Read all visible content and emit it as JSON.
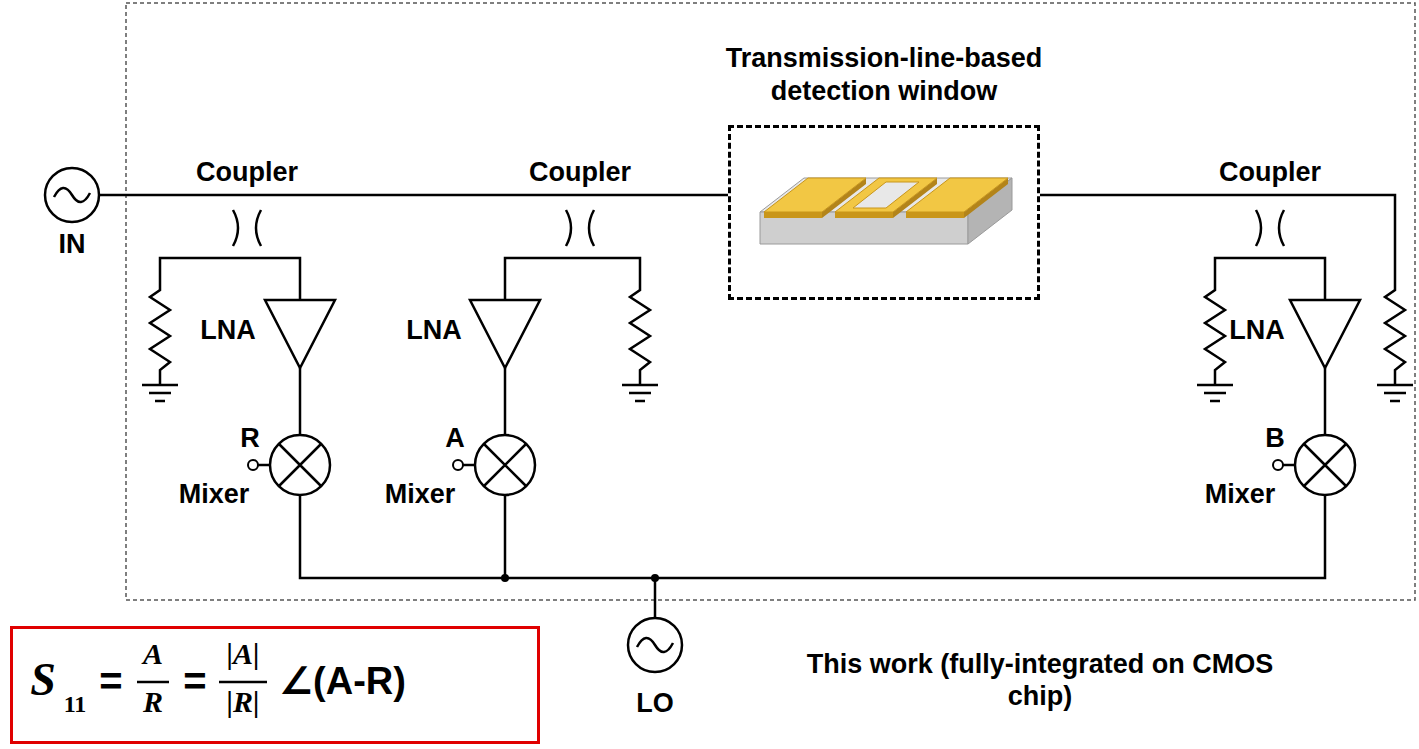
{
  "diagram": {
    "nodes": [
      {
        "text": [
          "Transmission-line-based detection window"
        ]
      },
      {
        "text": [
          "S",
          "11",
          "=",
          "A",
          "R",
          "=",
          "|A|",
          "|R|",
          "∠(A-R)"
        ]
      }
    ],
    "labels": [
      "IN",
      "Coupler",
      "Coupler",
      "Coupler",
      "LNA",
      "LNA",
      "LNA",
      "R",
      "A",
      "B",
      "Mixer",
      "Mixer",
      "Mixer",
      "LO",
      "This work (fully-integrated on CMOS chip)"
    ]
  }
}
